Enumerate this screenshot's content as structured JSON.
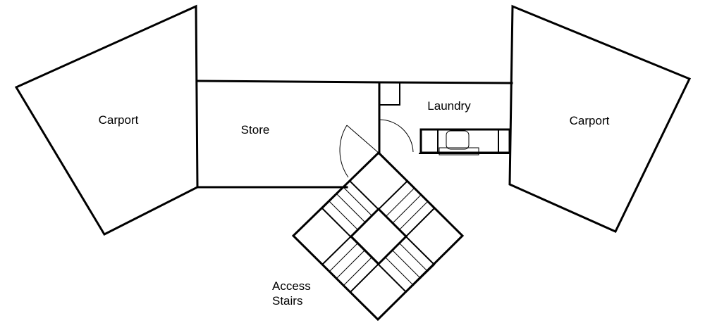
{
  "floor_plan": {
    "rooms": {
      "carport_left": "Carport",
      "store": "Store",
      "laundry": "Laundry",
      "carport_right": "Carport"
    },
    "stairs": {
      "line1": "Access",
      "line2": "Stairs"
    }
  }
}
